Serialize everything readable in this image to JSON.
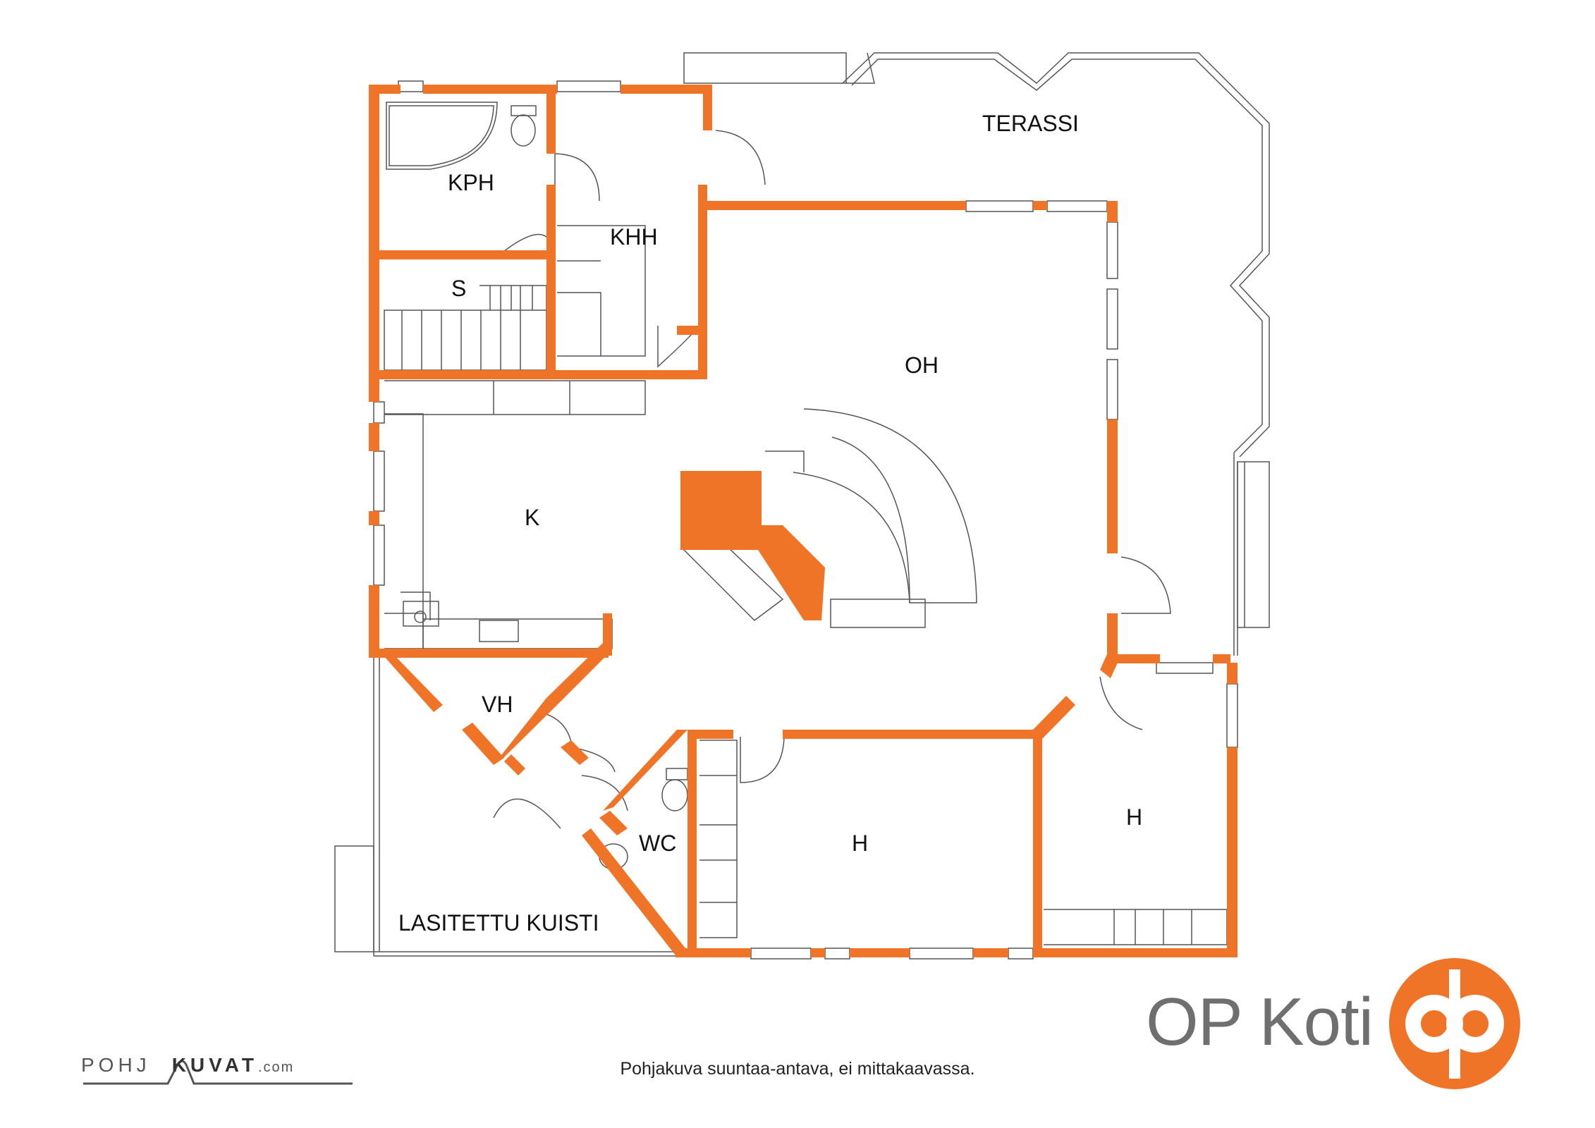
{
  "rooms": {
    "kph": "KPH",
    "khh": "KHH",
    "s": "S",
    "terassi": "TERASSI",
    "oh": "OH",
    "k": "K",
    "vh": "VH",
    "wc": "WC",
    "h_middle": "H",
    "h_right": "H",
    "kuisti": "LASITETTU KUISTI"
  },
  "brand": {
    "name": "OP Koti",
    "logo": "op-logo"
  },
  "caption": "Pohjakuva suuntaa-antava, ei mittakaavassa.",
  "credit": {
    "left": "POHJ",
    "right": "KUVAT",
    "domain": ".com"
  },
  "colors": {
    "wall": "#F07427",
    "line": "#555555",
    "logo": "#F07427"
  }
}
